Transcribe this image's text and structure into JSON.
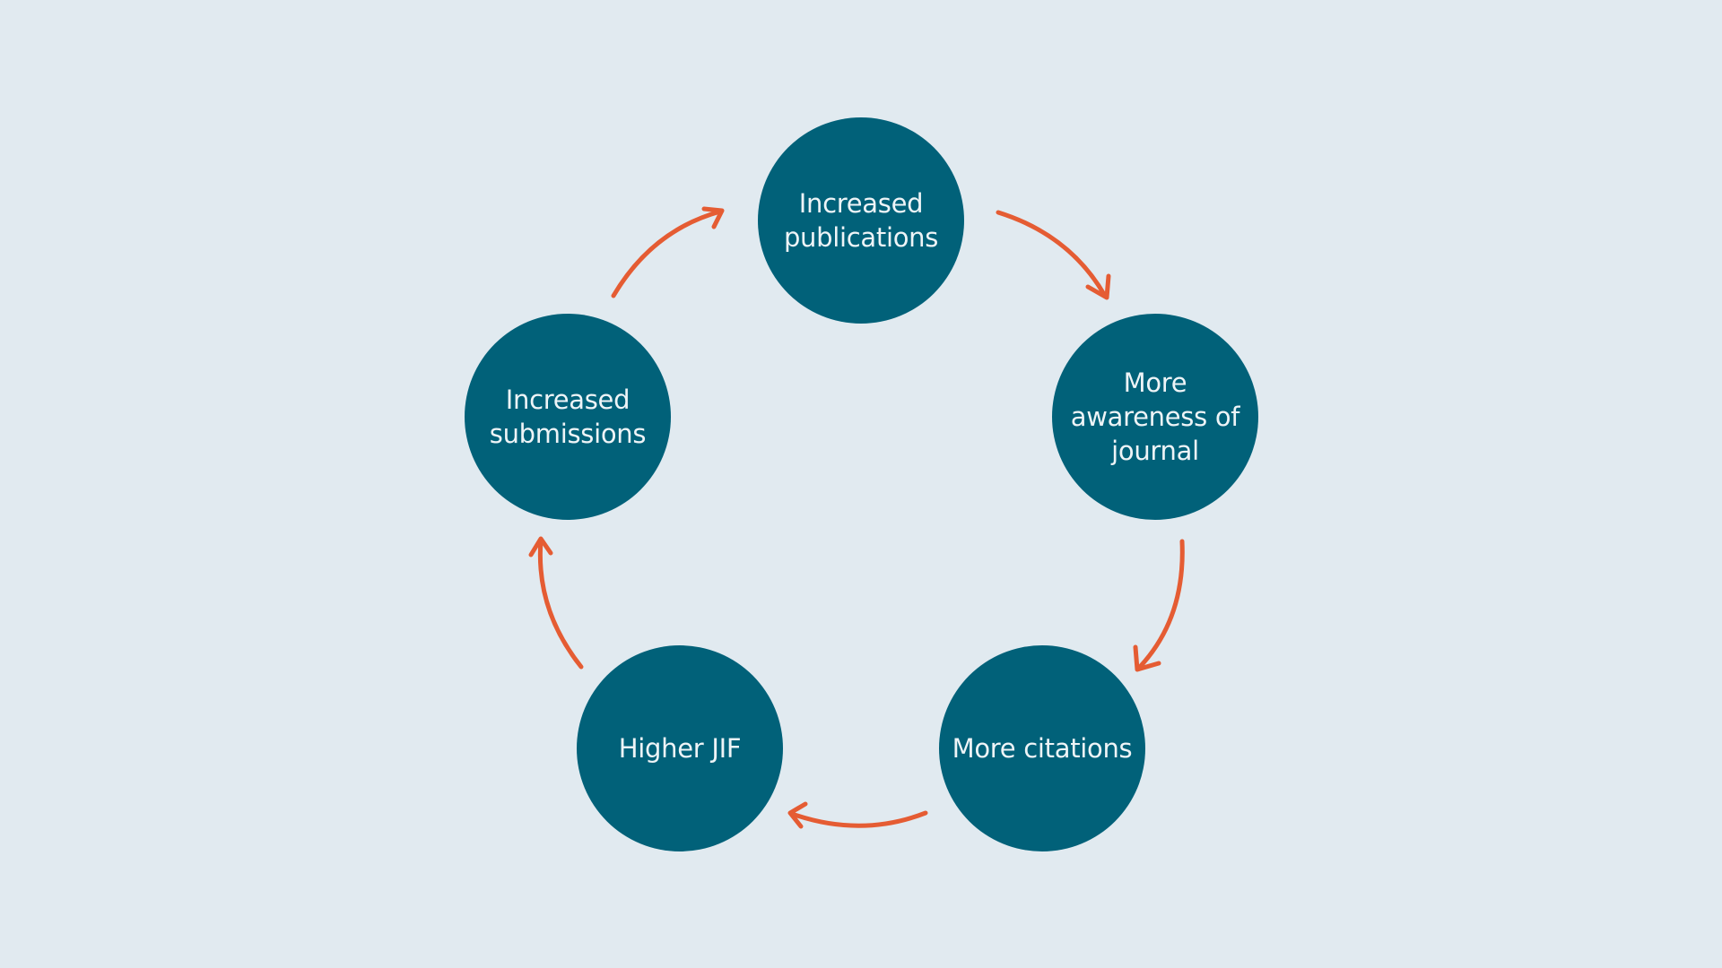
{
  "diagram": {
    "type": "cycle",
    "colors": {
      "background": "#e1eaf0",
      "node_fill": "#016179",
      "node_text": "#eef4f7",
      "arrow": "#e55c33"
    },
    "nodes": [
      {
        "id": "increased-publications",
        "label": "Increased\npublications"
      },
      {
        "id": "more-awareness",
        "label": "More\nawareness of\njournal"
      },
      {
        "id": "more-citations",
        "label": "More citations"
      },
      {
        "id": "higher-jif",
        "label": "Higher JIF"
      },
      {
        "id": "increased-submissions",
        "label": "Increased\nsubmissions"
      }
    ],
    "edges": [
      {
        "from": "increased-publications",
        "to": "more-awareness"
      },
      {
        "from": "more-awareness",
        "to": "more-citations"
      },
      {
        "from": "more-citations",
        "to": "higher-jif"
      },
      {
        "from": "higher-jif",
        "to": "increased-submissions"
      },
      {
        "from": "increased-submissions",
        "to": "increased-publications"
      }
    ]
  }
}
